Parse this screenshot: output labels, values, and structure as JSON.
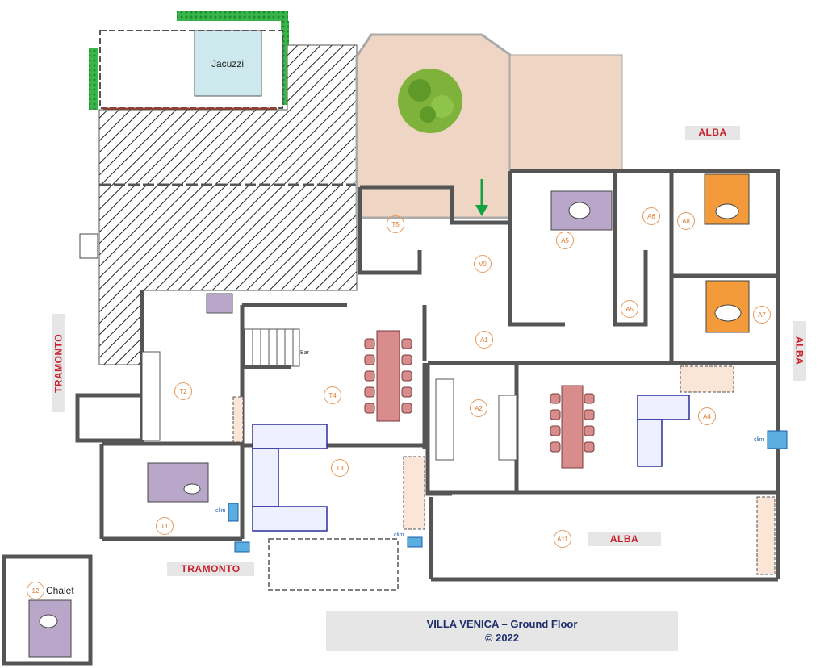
{
  "plan": {
    "jacuzzi_label": "Jacuzzi",
    "chalet_label": "Chalet",
    "bar_label": "Bar",
    "clim_labels": [
      "clim",
      "clim",
      "clim"
    ],
    "orientation_tags": {
      "alba_top": "ALBA",
      "alba_right": "ALBA",
      "alba_bottom": "ALBA",
      "tramonto_left": "TRAMONTO",
      "tramonto_bottom": "TRAMONTO"
    },
    "rooms": [
      "T5",
      "V0",
      "A5",
      "A6",
      "A8",
      "A5",
      "A7",
      "A1",
      "T4",
      "T2",
      "A2",
      "A4",
      "T3",
      "T1",
      "A11",
      "12"
    ],
    "title_line1": "VILLA VENICA – Ground Floor",
    "title_line2": "© 2022"
  },
  "colors": {
    "wall": "#555555",
    "terrace": "#efd5c3",
    "tree": "#7fb23a",
    "hedge": "#39b54a",
    "jacuzzi": "#cde9ee",
    "table": "#d98c8c",
    "sofa": "#2b2f9c",
    "bed_purple": "#b9a7c9",
    "bed_orange": "#f39a3a",
    "label_red": "#c8202c",
    "title_navy": "#1f2f6b"
  }
}
